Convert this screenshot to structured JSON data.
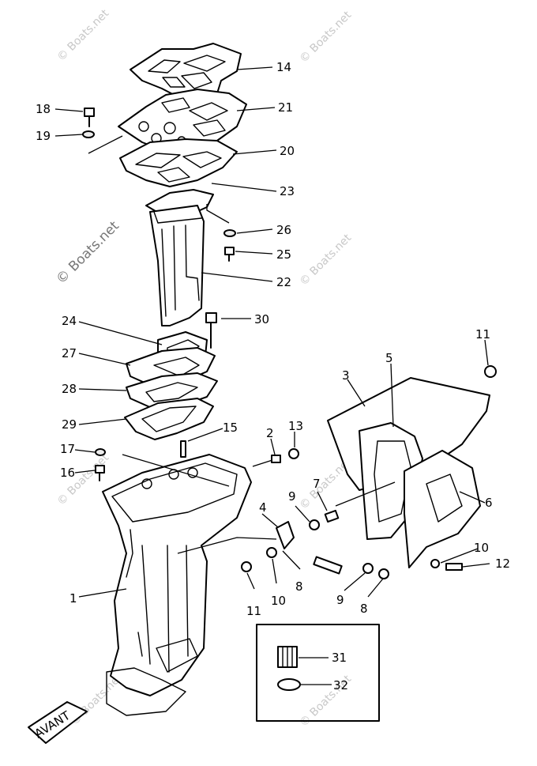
{
  "watermark": "© Boats.net",
  "callouts": [
    "14",
    "21",
    "18",
    "19",
    "20",
    "23",
    "26",
    "25",
    "22",
    "30",
    "24",
    "27",
    "28",
    "29",
    "15",
    "2",
    "13",
    "17",
    "16",
    "3",
    "5",
    "11",
    "9",
    "7",
    "4",
    "6",
    "10",
    "12",
    "1",
    "11",
    "10",
    "8",
    "9",
    "8",
    "31",
    "32"
  ],
  "badge": "AVANT"
}
